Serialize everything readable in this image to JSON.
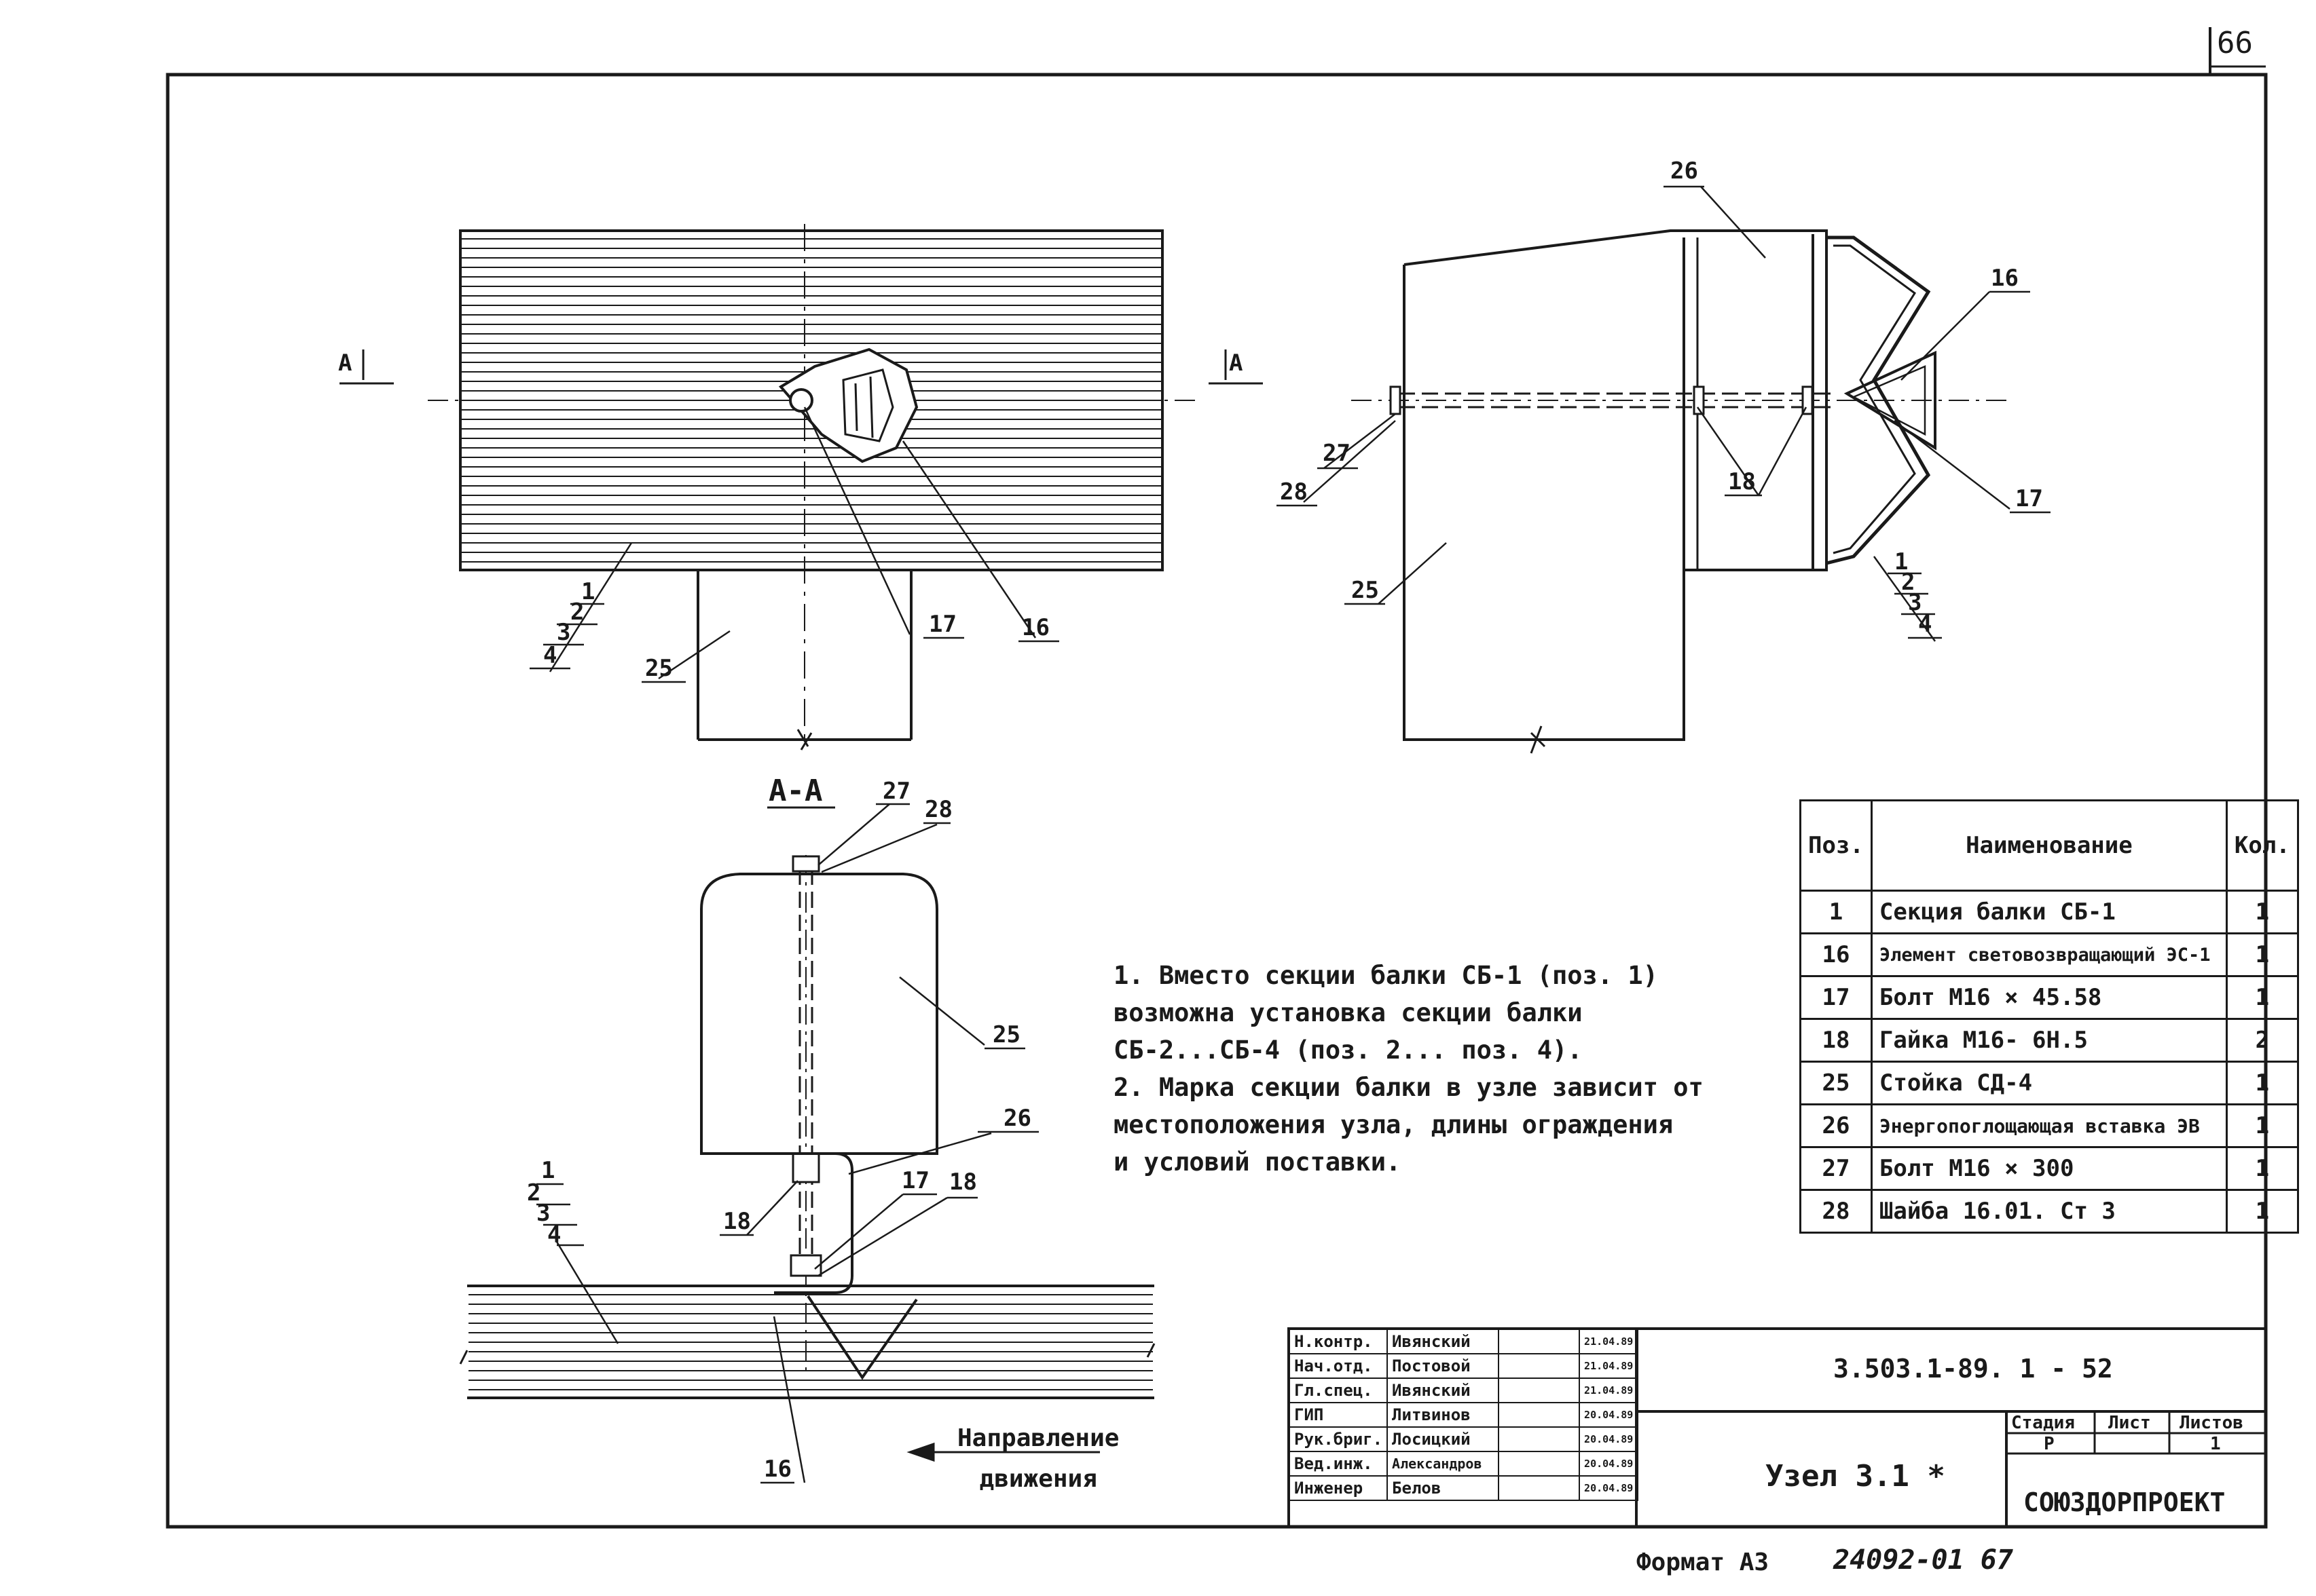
{
  "sheet_number": "66",
  "views": {
    "section_mark_left": "А",
    "section_mark_right": "А",
    "section_title": "А-А"
  },
  "callouts": {
    "top_left": [
      "1",
      "2",
      "3",
      "4",
      "25",
      "17",
      "16"
    ],
    "top_right": [
      "26",
      "16",
      "27",
      "28",
      "18",
      "17",
      "25",
      "1",
      "2",
      "3",
      "4"
    ],
    "section": [
      "27",
      "28",
      "25",
      "26",
      "18",
      "17",
      "18",
      "1",
      "2",
      "3",
      "4",
      "16"
    ]
  },
  "notes": [
    "1.  Вместо секции балки СБ-1 (поз. 1)",
    "    возможна установка секции балки",
    "    СБ-2...СБ-4  (поз. 2... поз. 4).",
    "2. Марка секции балки в узле зависит от",
    "    местоположения узла, длины ограждения",
    "    и условий поставки."
  ],
  "direction_label": [
    "Направление",
    "движения"
  ],
  "spec_table": {
    "headers": [
      "Поз.",
      "Наименование",
      "Кол."
    ],
    "rows": [
      {
        "pos": "1",
        "name": "Секция балки СБ-1",
        "qty": "1"
      },
      {
        "pos": "16",
        "name": "Элемент световозвращающий ЭС-1",
        "qty": "1"
      },
      {
        "pos": "17",
        "name": "Болт М16 × 45.58",
        "qty": "1"
      },
      {
        "pos": "18",
        "name": "Гайка М16- 6Н.5",
        "qty": "2"
      },
      {
        "pos": "25",
        "name": "Стойка СД-4",
        "qty": "1"
      },
      {
        "pos": "26",
        "name": "Энергопоглощающая вставка ЭВ",
        "qty": "1"
      },
      {
        "pos": "27",
        "name": "Болт М16 × 300",
        "qty": "1"
      },
      {
        "pos": "28",
        "name": "Шайба 16.01. Ст 3",
        "qty": "1"
      }
    ]
  },
  "title_block": {
    "signatories": [
      {
        "role": "Н.контр.",
        "name": "Ивянский",
        "date": "21.04.89"
      },
      {
        "role": "Нач.отд.",
        "name": "Постовой",
        "date": "21.04.89"
      },
      {
        "role": "Гл.спец.",
        "name": "Ивянский",
        "date": "21.04.89"
      },
      {
        "role": "ГИП",
        "name": "Литвинов",
        "date": "20.04.89"
      },
      {
        "role": "Рук.бриг.",
        "name": "Лосицкий",
        "date": "20.04.89"
      },
      {
        "role": "Вед.инж.",
        "name": "Александров",
        "date": "20.04.89"
      },
      {
        "role": "Инженер",
        "name": "Белов",
        "date": "20.04.89"
      }
    ],
    "document_code": "3.503.1-89. 1 - 52",
    "title": "Узел 3.1 *",
    "stage_header": "Стадия",
    "sheet_header": "Лист",
    "sheets_header": "Листов",
    "stage": "Р",
    "sheets": "1",
    "organization": "СОЮЗДОРПРОЕКТ",
    "format": "Формат А3",
    "sheet_code": "24092-01  67"
  }
}
